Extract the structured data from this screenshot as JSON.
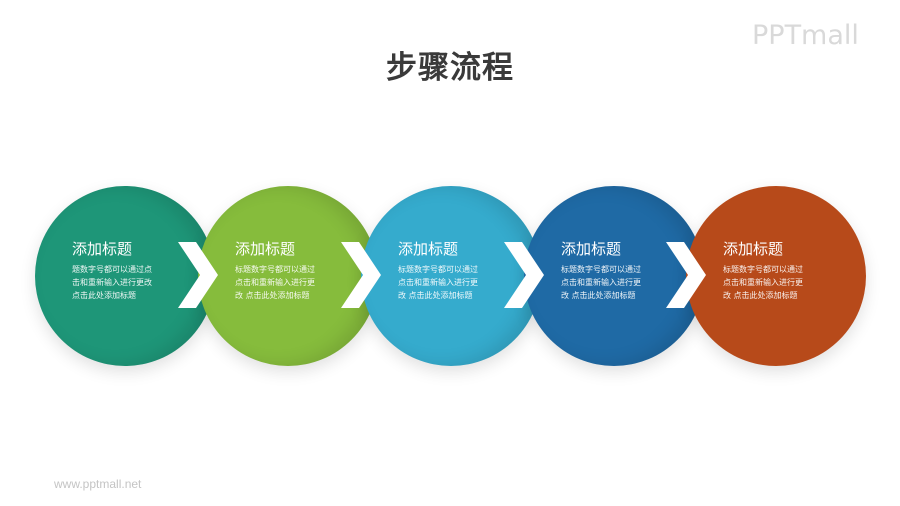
{
  "title": "步骤流程",
  "logo": "PPTmall",
  "footer": "www.pptmall.net",
  "steps": [
    {
      "title": "添加标题",
      "lines": [
        "题数字号都可以通过点",
        "击和重新输入进行更改",
        "点击此处添加标题"
      ],
      "color": "#1e9678"
    },
    {
      "title": "添加标题",
      "lines": [
        "标题数字号都可以通过",
        "点击和重新输入进行更",
        "改 点击此处添加标题"
      ],
      "color": "#86bc3c"
    },
    {
      "title": "添加标题",
      "lines": [
        "标题数字号都可以通过",
        "点击和重新输入进行更",
        "改 点击此处添加标题"
      ],
      "color": "#35abcd"
    },
    {
      "title": "添加标题",
      "lines": [
        "标题数字号都可以通过",
        "点击和重新输入进行更",
        "改 点击此处添加标题"
      ],
      "color": "#1f6aa5"
    },
    {
      "title": "添加标题",
      "lines": [
        "标题数字号都可以通过",
        "点击和重新输入进行更",
        "改 点击此处添加标题"
      ],
      "color": "#b74a1a"
    }
  ],
  "arrow_color": "#ffffff"
}
